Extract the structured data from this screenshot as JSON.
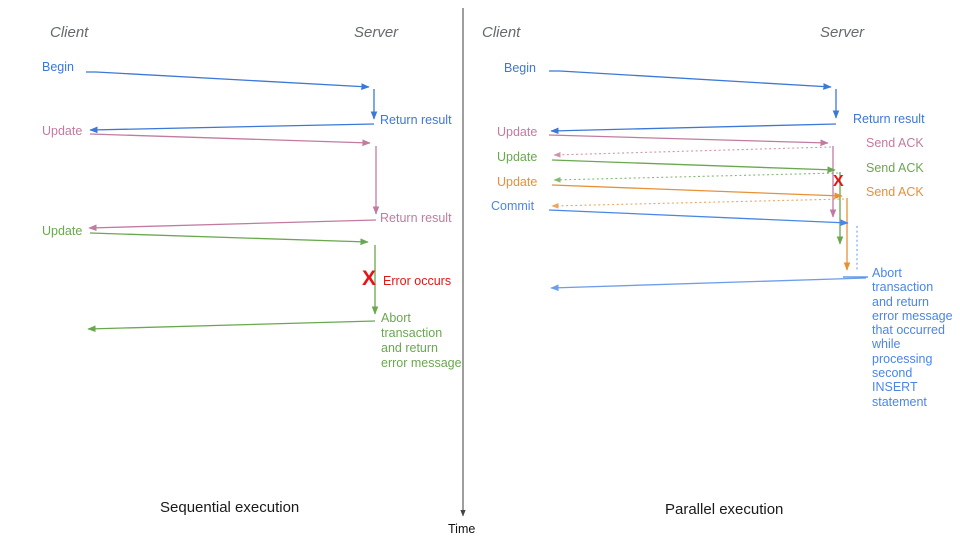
{
  "palette": {
    "blue": "#3c78d8",
    "blue_bright": "#4a86e8",
    "blue_light": "#6d9eeb",
    "pink": "#c27ba0",
    "green": "#6aa84f",
    "orange": "#e69138",
    "red": "#e81414",
    "header_gray": "#666a6e"
  },
  "time_axis": {
    "label": "Time"
  },
  "left": {
    "client_header": "Client",
    "server_header": "Server",
    "caption": "Sequential execution",
    "messages": {
      "begin": "Begin",
      "return_result_1": "Return result",
      "update_1": "Update",
      "return_result_2": "Return result",
      "update_2": "Update",
      "error_x": "X",
      "error_label": "Error occurs",
      "abort_lines": [
        "Abort",
        "transaction",
        "and return",
        "error message"
      ]
    }
  },
  "right": {
    "client_header": "Client",
    "server_header": "Server",
    "caption": "Parallel execution",
    "messages": {
      "begin": "Begin",
      "return_result": "Return result",
      "update_1": "Update",
      "send_ack_1": "Send ACK",
      "update_2": "Update",
      "send_ack_2": "Send ACK",
      "update_3": "Update",
      "send_ack_3": "Send ACK",
      "commit": "Commit",
      "error_x": "X",
      "abort_lines": [
        "Abort",
        "transaction",
        "and return",
        "error message",
        "that occurred",
        "while",
        "processing",
        "second",
        "INSERT",
        "statement"
      ]
    }
  }
}
